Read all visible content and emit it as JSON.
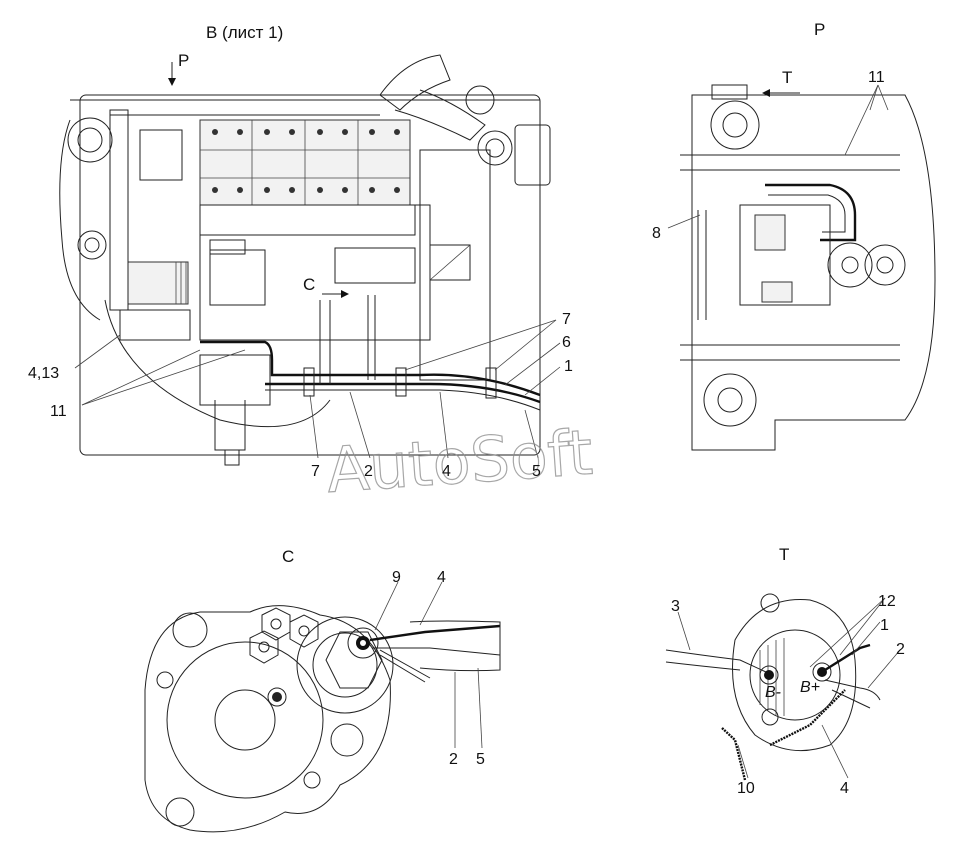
{
  "views": {
    "b": {
      "title": "В (лист 1)",
      "arrow_label": "Р",
      "section_label": "С"
    },
    "p": {
      "title": "Р",
      "arrow_label": "Т"
    },
    "c": {
      "title": "С"
    },
    "t": {
      "title": "Т",
      "terminal_minus": "B-",
      "terminal_plus": "B+"
    }
  },
  "callouts": {
    "b_7a": "7",
    "b_6": "6",
    "b_1": "1",
    "b_4_13": "4,13",
    "b_11": "11",
    "b_7b": "7",
    "b_2": "2",
    "b_4": "4",
    "b_5": "5",
    "p_11": "11",
    "p_8": "8",
    "c_9": "9",
    "c_4": "4",
    "c_2": "2",
    "c_5": "5",
    "t_3": "3",
    "t_12": "12",
    "t_1": "1",
    "t_2": "2",
    "t_10": "10",
    "t_4": "4"
  },
  "watermark": "AutoSoft"
}
